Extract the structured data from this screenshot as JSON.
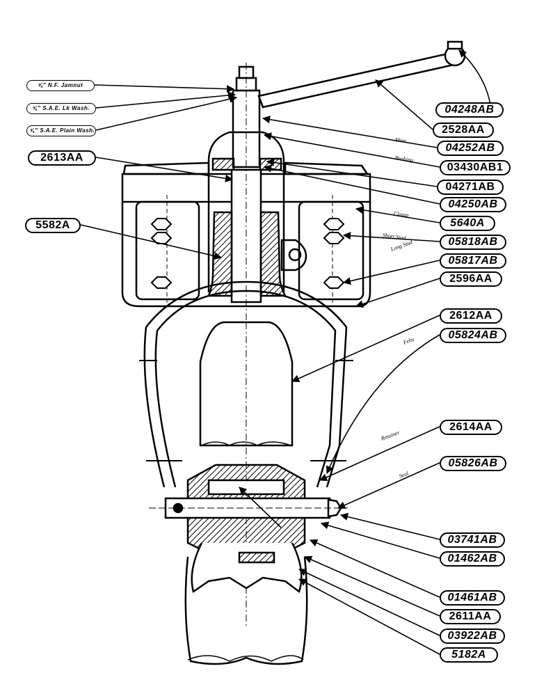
{
  "left_callouts": {
    "nf_jamnut": "⅝\" N.F. Jamnut",
    "sae_lock_washer": "⅝\" S.A.E. Lk Wash.",
    "sae_plain_washer": "⅝\" S.A.E. Plain Wash.",
    "p2613AA": "2613AA",
    "p5582A": "5582A"
  },
  "right_callouts": {
    "p04248AB": "04248AB",
    "p2528AA": "2528AA",
    "p04252AB": "04252AB",
    "p03430AB1": "03430AB1",
    "p04271AB": "04271AB",
    "p04250AB": "04250AB",
    "p5640A": "5640A",
    "p05818AB": "05818AB",
    "p05817AB": "05817AB",
    "p2596AA": "2596AA",
    "p2612AA": "2612AA",
    "p05824AB": "05824AB",
    "p2614AA": "2614AA",
    "p05826AB": "05826AB",
    "p03741AB": "03741AB",
    "p01462AB": "01462AB",
    "p01461AB": "01461AB",
    "p2611AA": "2611AA",
    "p03922AB": "03922AB",
    "p5182A": "5182A"
  },
  "notes": {
    "shim": "Shim",
    "bushing": "Bushing",
    "clamp": "Clamp",
    "short_stud": "Short Stud",
    "long_stud": "Long Stud",
    "felts": "Felts",
    "retainer": "Retainer",
    "seal": "Seal"
  }
}
